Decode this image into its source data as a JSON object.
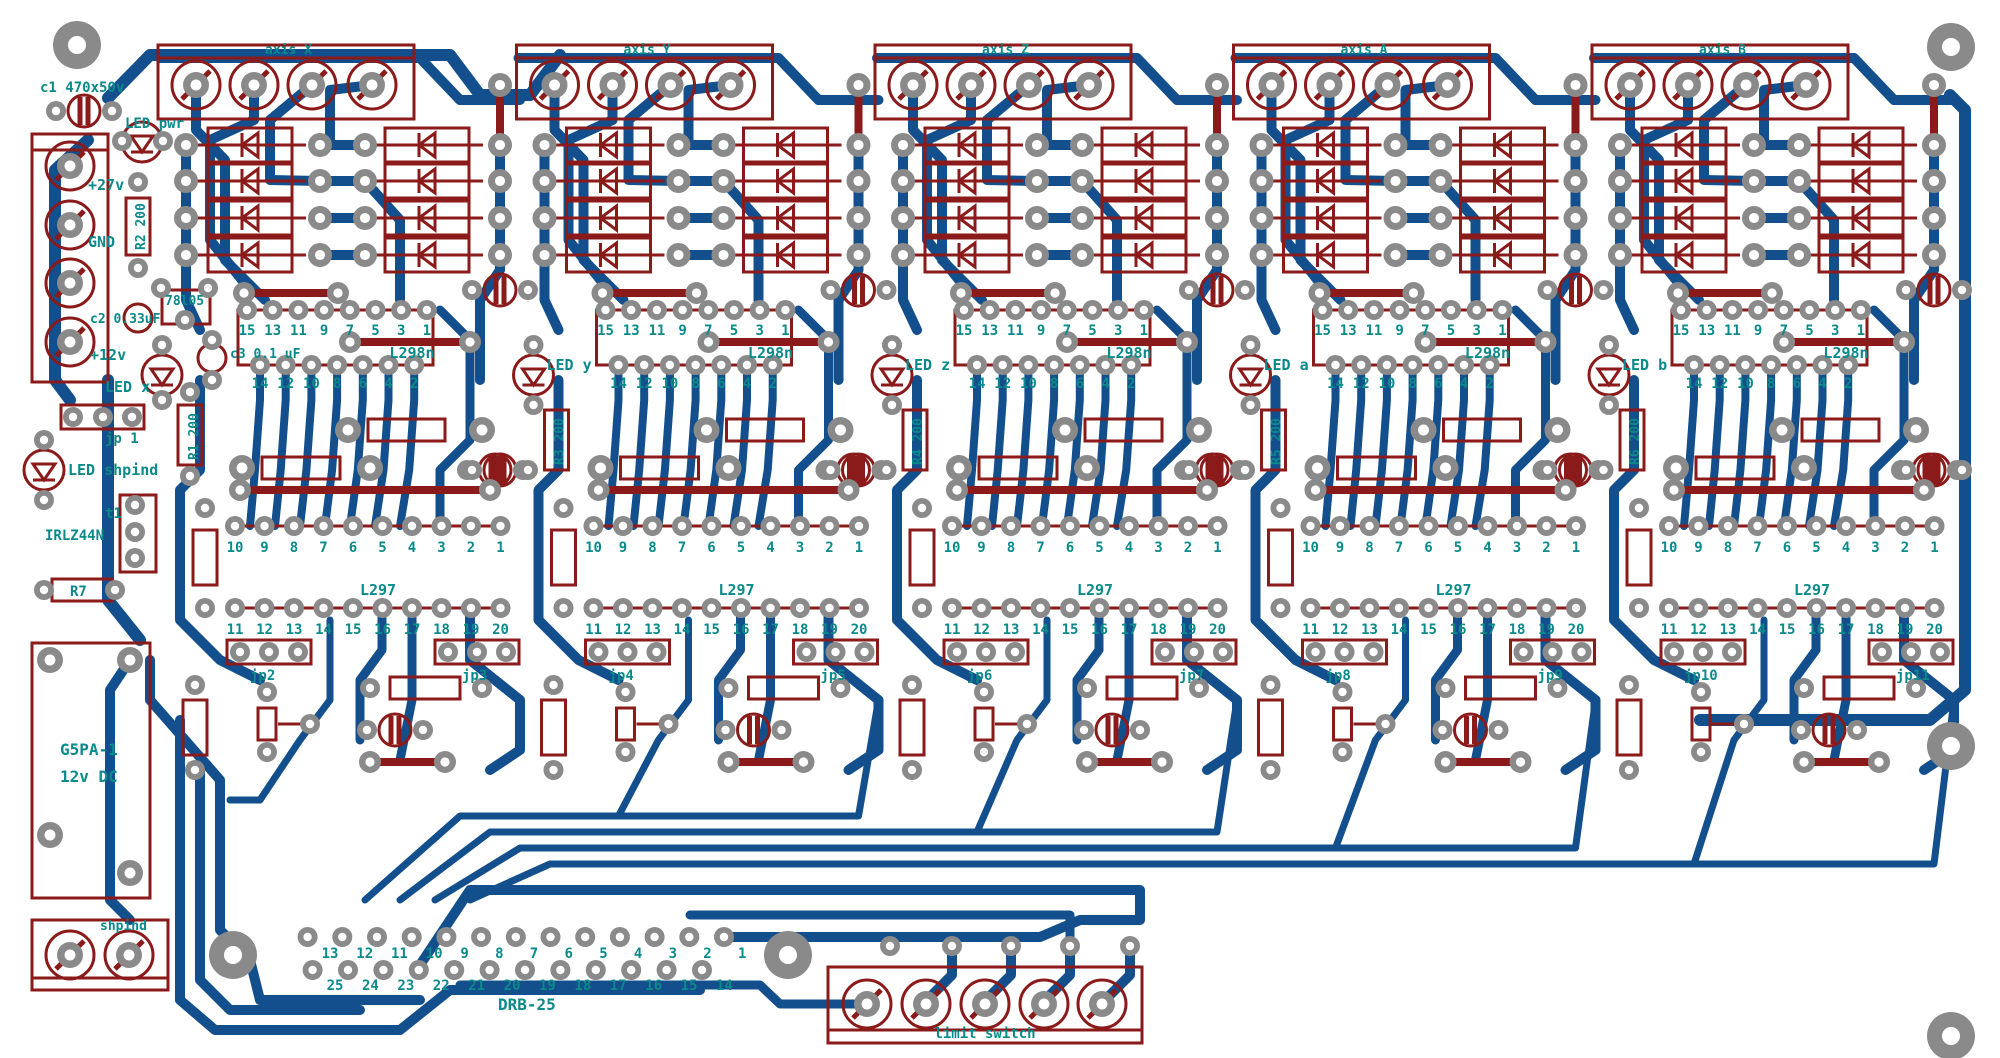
{
  "colors": {
    "trace": "#134f8c",
    "silk": "#8b1a1a",
    "pad": "#8a8a8a",
    "label": "#0a8a8a",
    "background": "#ffffff"
  },
  "power": {
    "c1": "c1 470x50v",
    "led_pwr": "LED pwr",
    "v27": "+27v",
    "gnd": "GND",
    "v12": "+12v",
    "r2": "R2 200",
    "reg": "78l05",
    "c2": "c2 0.33uF",
    "c3": "c3 0.1 uF",
    "led_x": "LED x",
    "jp1": "jp 1",
    "led_spindle": "LED shpind",
    "r1": "R1 200",
    "t1": "t1",
    "mosfet": "IRLZ44N",
    "r7": "R7",
    "relay_model": "G5PA-1",
    "relay_voltage": "12v DC",
    "spindle": "shpind"
  },
  "chips": {
    "driver": "L298n",
    "controller": "L297"
  },
  "pins": {
    "l298_top": [
      "15",
      "13",
      "11",
      "9",
      "7",
      "5",
      "3",
      "1"
    ],
    "l298_bottom": [
      "14",
      "12",
      "10",
      "8",
      "6",
      "4",
      "2"
    ],
    "l297_top": [
      "10",
      "9",
      "8",
      "7",
      "6",
      "5",
      "4",
      "3",
      "2",
      "1"
    ],
    "l297_bottom": [
      "11",
      "12",
      "13",
      "14",
      "15",
      "16",
      "17",
      "18",
      "19",
      "20"
    ]
  },
  "modules": [
    {
      "axis": "axis X",
      "led": "",
      "resistor": "",
      "jp_left": "jp2",
      "jp_right": "jp3"
    },
    {
      "axis": "axis Y",
      "led": "LED y",
      "resistor": "R3 200",
      "jp_left": "jp4",
      "jp_right": "jp5"
    },
    {
      "axis": "axis Z",
      "led": "LED z",
      "resistor": "R4 200",
      "jp_left": "jp6",
      "jp_right": "jp7"
    },
    {
      "axis": "axis A",
      "led": "LED a",
      "resistor": "R5 200",
      "jp_left": "jp8",
      "jp_right": "jp9"
    },
    {
      "axis": "axis B",
      "led": "LED b",
      "resistor": "R6 200",
      "jp_left": "jp10",
      "jp_right": "jp11"
    }
  ],
  "db25": {
    "label": "DRB-25",
    "row1": [
      "1",
      "2",
      "3",
      "4",
      "5",
      "6",
      "7",
      "8",
      "9",
      "10",
      "11",
      "12",
      "13"
    ],
    "row2": [
      "14",
      "15",
      "16",
      "17",
      "18",
      "19",
      "20",
      "21",
      "22",
      "23",
      "24",
      "25"
    ]
  },
  "limit_switch": {
    "label": "limit switch"
  }
}
